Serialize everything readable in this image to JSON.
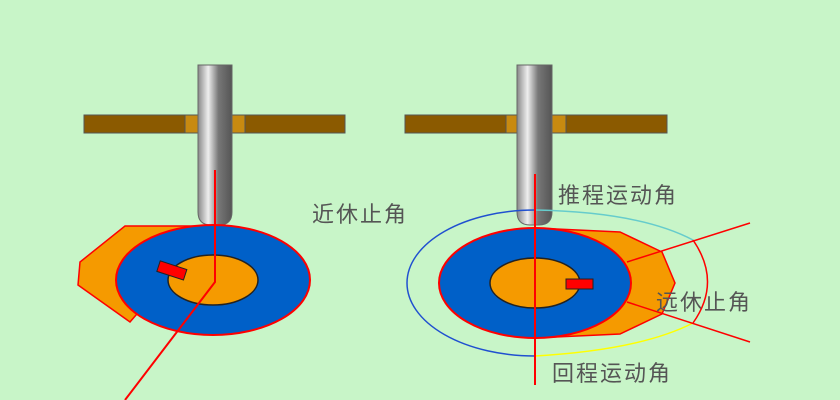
{
  "labels": {
    "near_dwell_left": "近休止角",
    "rise_angle": "推程运动角",
    "far_dwell": "远休止角",
    "return_angle": "回程运动角"
  },
  "colors": {
    "background": "#c8f5c8",
    "cam_base": "#0060c8",
    "cam_lobe": "#f59a00",
    "outline": "#ff0000",
    "guide": "#8b5a00",
    "rise_arc": "#66cccc",
    "return_arc": "#ffff00",
    "dwell_arc": "#2050d0"
  }
}
